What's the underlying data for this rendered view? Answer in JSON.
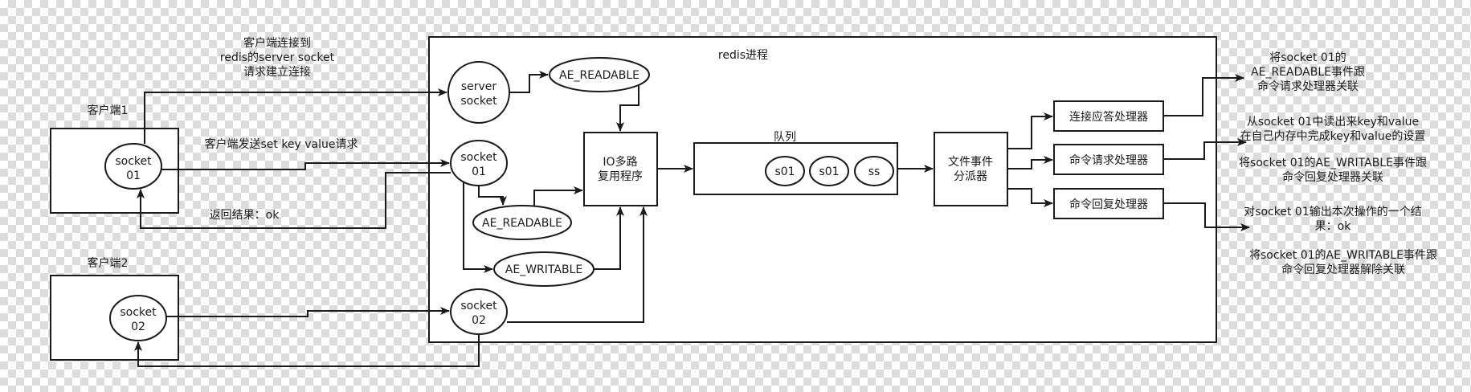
{
  "process": {
    "title": "redis进程"
  },
  "clients": [
    {
      "label": "客户端1",
      "socket": [
        "socket",
        "01"
      ]
    },
    {
      "label": "客户端2",
      "socket": [
        "socket",
        "02"
      ]
    }
  ],
  "server_sockets": {
    "server": [
      "server",
      "socket"
    ],
    "s01": [
      "socket",
      "01"
    ],
    "s02": [
      "socket",
      "02"
    ]
  },
  "events": {
    "readable_top": "AE_READABLE",
    "readable_mid": "AE_READABLE",
    "writable": "AE_WRITABLE"
  },
  "io_multiplexer": [
    "IO多路",
    "复用程序"
  ],
  "queue": {
    "title": "队列",
    "items": [
      "s01",
      "s01",
      "ss"
    ]
  },
  "dispatcher": [
    "文件事件",
    "分派器"
  ],
  "handlers": {
    "connect": "连接应答处理器",
    "request": "命令请求处理器",
    "reply": "命令回复处理器"
  },
  "notes": {
    "connect_request": [
      "客户端连接到",
      "redis的server socket",
      "请求建立连接"
    ],
    "send_command": "客户端发送set key value请求",
    "return_result": "返回结果：ok",
    "assoc_readable": [
      "将socket 01的",
      "AE_READABLE事件跟",
      "命令请求处理器关联"
    ],
    "read_execute": [
      "从socket 01中读出来key和value",
      "在自己内存中完成key和value的设置"
    ],
    "assoc_writable": [
      "将socket 01的AE_WRITABLE事件跟",
      "命令回复处理器关联"
    ],
    "output_result": [
      "对socket 01输出本次操作的一个结",
      "果：ok"
    ],
    "disassoc_writable": [
      "将socket 01的AE_WRITABLE事件跟",
      "命令回复处理器解除关联"
    ]
  },
  "colors": {
    "stroke": "#1a1a1a",
    "fill": "#ffffff",
    "checker": "#dcdcdc"
  }
}
